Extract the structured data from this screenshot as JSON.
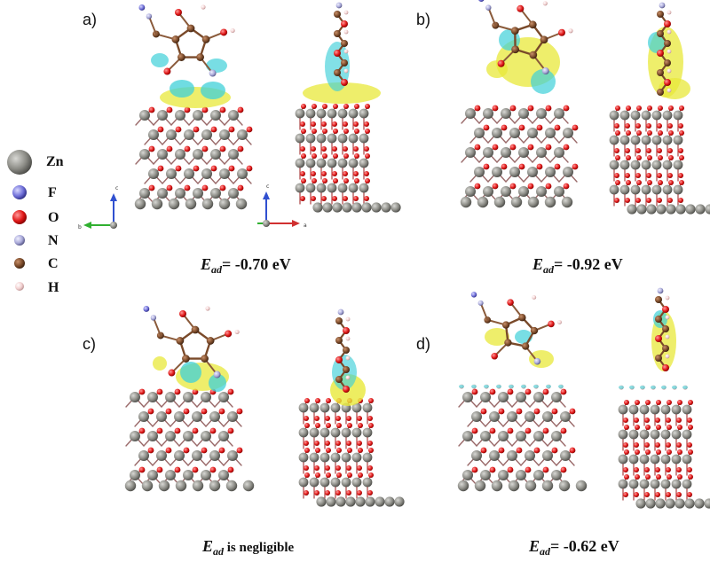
{
  "panels": [
    {
      "id": "a",
      "label": "a)",
      "energy_symbol": "E",
      "energy_sub": "ad",
      "energy_text": "= -0.70 eV"
    },
    {
      "id": "b",
      "label": "b)",
      "energy_symbol": "E",
      "energy_sub": "ad",
      "energy_text": "= -0.92 eV"
    },
    {
      "id": "c",
      "label": "c)",
      "energy_symbol": "E",
      "energy_sub": "ad",
      "energy_text": " is negligible"
    },
    {
      "id": "d",
      "label": "d)",
      "energy_symbol": "E",
      "energy_sub": "ad",
      "energy_text": "= -0.62 eV"
    }
  ],
  "legend": [
    {
      "element": "Zn",
      "color": "#8c8c86"
    },
    {
      "element": "F",
      "color": "#6f6fd8"
    },
    {
      "element": "O",
      "color": "#e01818"
    },
    {
      "element": "N",
      "color": "#a8a8d8"
    },
    {
      "element": "C",
      "color": "#7a4a2a"
    },
    {
      "element": "H",
      "color": "#f2d0d0"
    }
  ],
  "axes": {
    "a": "a",
    "b": "b",
    "c": "c"
  },
  "colors": {
    "zn": "#8c8c86",
    "o": "#e01818",
    "c": "#7a4a2a",
    "h": "#f2d0d0",
    "cyan": "#3fd0d8",
    "yellow": "#e8e83a"
  }
}
